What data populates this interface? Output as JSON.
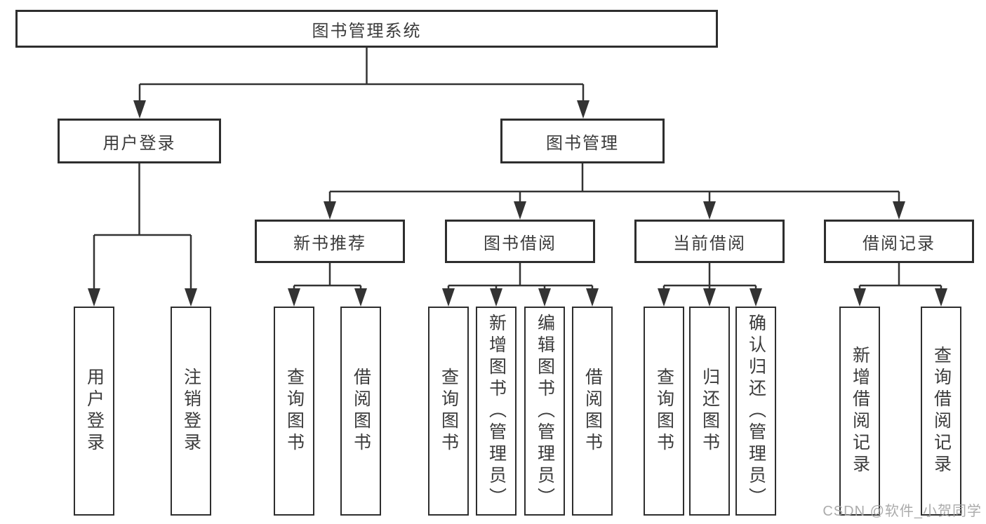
{
  "diagram": {
    "root": {
      "label": "图书管理系统"
    },
    "level2": [
      {
        "label": "用户登录"
      },
      {
        "label": "图书管理"
      }
    ],
    "level3": [
      {
        "label": "新书推荐"
      },
      {
        "label": "图书借阅"
      },
      {
        "label": "当前借阅"
      },
      {
        "label": "借阅记录"
      }
    ],
    "leaves": {
      "user_login": [
        "用户登录",
        "注销登录"
      ],
      "new_books": [
        "查询图书",
        "借阅图书"
      ],
      "book_borrow": [
        "查询图书",
        "新增图书（管理员）",
        "编辑图书（管理员）",
        "借阅图书"
      ],
      "current_borrow": [
        "查询图书",
        "归还图书",
        "确认归还（管理员）"
      ],
      "borrow_records": [
        "新增借阅记录",
        "查询借阅记录"
      ]
    },
    "colors": {
      "line": "#333333",
      "box_border": "#2e2e2e",
      "text": "#3b3b3b",
      "watermark": "#a3a3a3"
    }
  },
  "watermark": {
    "text": "CSDN @软件_小贺同学"
  }
}
